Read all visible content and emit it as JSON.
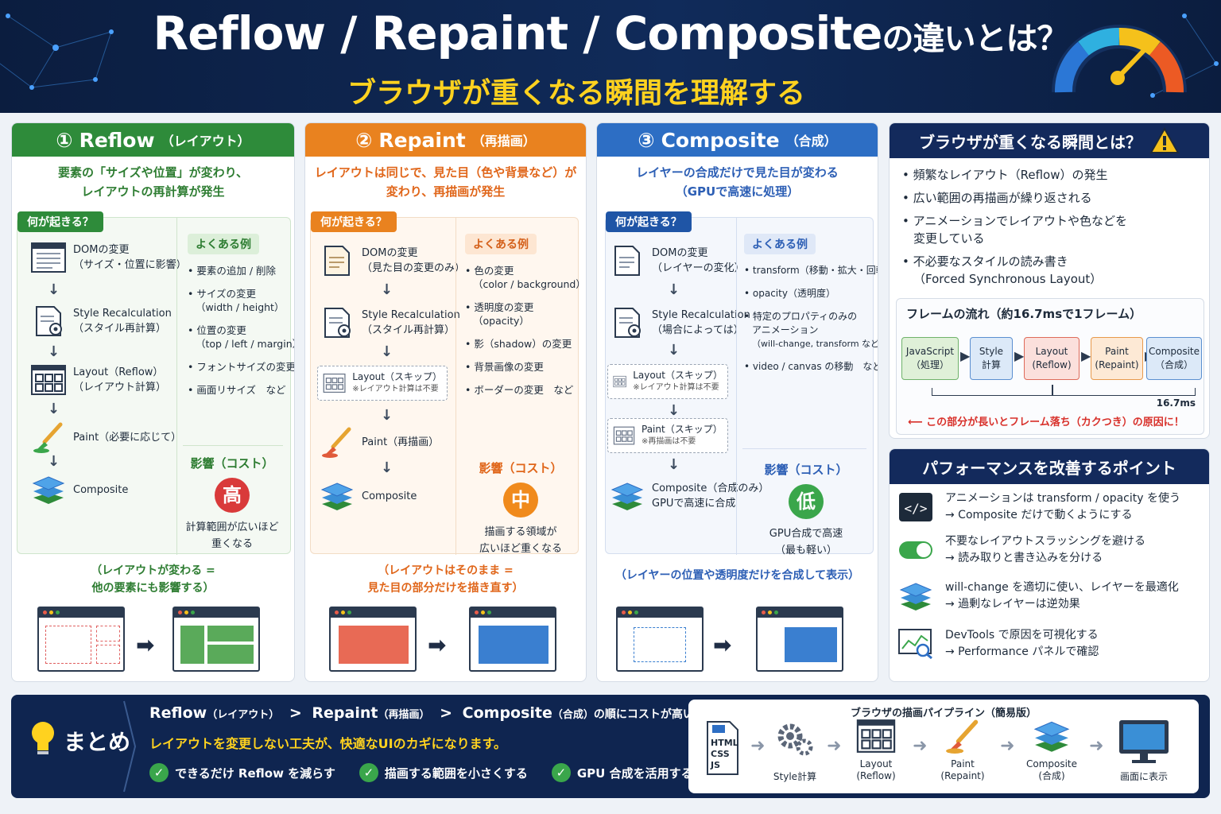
{
  "header": {
    "title_en": "Reflow / Repaint / Composite",
    "title_jp": "の違いとは？",
    "subtitle": "ブラウザが重くなる瞬間を理解する"
  },
  "reflow": {
    "number": "①",
    "name": "Reflow",
    "name_jp": "（レイアウト）",
    "lead1": "要素の「サイズや位置」が変わり、",
    "lead2": "レイアウトの再計算が発生",
    "what_label": "何が起きる？",
    "steps": [
      {
        "l1": "DOMの変更",
        "l2": "（サイズ・位置に影響）"
      },
      {
        "l1": "Style Recalculation",
        "l2": "（スタイル再計算）"
      },
      {
        "l1": "Layout（Reflow）",
        "l2": "（レイアウト計算）"
      },
      {
        "l1": "Paint（必要に応じて）",
        "l2": ""
      },
      {
        "l1": "Composite",
        "l2": ""
      }
    ],
    "examples_title": "よくある例",
    "examples": [
      {
        "l1": "• 要素の追加 / 削除",
        "l2": ""
      },
      {
        "l1": "• サイズの変更",
        "l2": "（width / height）"
      },
      {
        "l1": "• 位置の変更",
        "l2": "（top / left / margin）"
      },
      {
        "l1": "• フォントサイズの変更",
        "l2": ""
      },
      {
        "l1": "• 画面リサイズ　など",
        "l2": ""
      }
    ],
    "cost_label": "影響（コスト）",
    "cost_level": "高",
    "cost_color": "#d93a3a",
    "cost_desc1": "計算範囲が広いほど",
    "cost_desc2": "重くなる",
    "note1": "（レイアウトが変わる =",
    "note2": "他の要素にも影響する）"
  },
  "repaint": {
    "number": "②",
    "name": "Repaint",
    "name_jp": "（再描画）",
    "lead1": "レイアウトは同じで、見た目（色や背景など）が",
    "lead2": "変わり、再描画が発生",
    "what_label": "何が起きる？",
    "steps": [
      {
        "l1": "DOMの変更",
        "l2": "（見た目の変更のみ）"
      },
      {
        "l1": "Style Recalculation",
        "l2": "（スタイル再計算）"
      },
      {
        "l1": "Layout（スキップ）",
        "l2": "※レイアウト計算は不要"
      },
      {
        "l1": "Paint（再描画）",
        "l2": ""
      },
      {
        "l1": "Composite",
        "l2": ""
      }
    ],
    "examples_title": "よくある例",
    "examples": [
      {
        "l1": "• 色の変更",
        "l2": "（color / background）"
      },
      {
        "l1": "• 透明度の変更",
        "l2": "（opacity）"
      },
      {
        "l1": "• 影（shadow）の変更",
        "l2": ""
      },
      {
        "l1": "• 背景画像の変更",
        "l2": ""
      },
      {
        "l1": "• ボーダーの変更　など",
        "l2": ""
      }
    ],
    "cost_label": "影響（コスト）",
    "cost_level": "中",
    "cost_color": "#f08a1c",
    "cost_desc1": "描画する領域が",
    "cost_desc2": "広いほど重くなる",
    "note1": "（レイアウトはそのまま =",
    "note2": "見た目の部分だけを描き直す）"
  },
  "composite": {
    "number": "③",
    "name": "Composite",
    "name_jp": "（合成）",
    "lead1": "レイヤーの合成だけで見た目が変わる",
    "lead2": "（GPUで高速に処理）",
    "what_label": "何が起きる？",
    "steps": [
      {
        "l1": "DOMの変更",
        "l2": "（レイヤーの変化）"
      },
      {
        "l1": "Style Recalculation",
        "l2": "（場合によっては）"
      },
      {
        "l1": "Layout（スキップ）",
        "l2": "※レイアウト計算は不要"
      },
      {
        "l1": "Paint（スキップ）",
        "l2": "※再描画は不要"
      },
      {
        "l1": "Composite（合成のみ）",
        "l2": "GPUで高速に合成"
      }
    ],
    "examples_title": "よくある例",
    "examples": [
      {
        "l1": "• transform（移動・拡大・回転）",
        "l2": ""
      },
      {
        "l1": "• opacity（透明度）",
        "l2": ""
      },
      {
        "l1": "• 特定のプロパティのみの",
        "l2": "アニメーション",
        "l3": "（will-change, transform など）"
      },
      {
        "l1": "• video / canvas の移動　など",
        "l2": ""
      }
    ],
    "cost_label": "影響（コスト）",
    "cost_level": "低",
    "cost_color": "#3aa64b",
    "cost_desc1": "GPU合成で高速",
    "cost_desc2": "（最も軽い）",
    "note1": "（レイヤーの位置や透明度だけを合成して表示）"
  },
  "heavy": {
    "title": "ブラウザが重くなる瞬間とは？",
    "bullets": [
      {
        "l1": "• 頻繁なレイアウト（Reflow）の発生",
        "l2": ""
      },
      {
        "l1": "• 広い範囲の再描画が繰り返される",
        "l2": ""
      },
      {
        "l1": "• アニメーションでレイアウトや色などを",
        "l2": "変更している"
      },
      {
        "l1": "• 不必要なスタイルの読み書き",
        "l2": "（Forced Synchronous Layout）"
      }
    ],
    "frame_title": "フレームの流れ（約16.7msで1フレーム）",
    "frame_steps": [
      {
        "l1": "JavaScript",
        "l2": "（処理）"
      },
      {
        "l1": "Style",
        "l2": "計算"
      },
      {
        "l1": "Layout",
        "l2": "(Reflow)"
      },
      {
        "l1": "Paint",
        "l2": "(Repaint)"
      },
      {
        "l1": "Composite",
        "l2": "（合成）"
      }
    ],
    "frame_time": "16.7ms",
    "frame_warning": "この部分が長いとフレーム落ち（カクつき）の原因に！"
  },
  "tips": {
    "title": "パフォーマンスを改善するポイント",
    "items": [
      {
        "l1": "アニメーションは transform / opacity を使う",
        "l2": "→ Composite だけで動くようにする",
        "icon": "code-icon"
      },
      {
        "l1": "不要なレイアウトスラッシングを避ける",
        "l2": "→ 読み取りと書き込みを分ける",
        "icon": "toggle-icon"
      },
      {
        "l1": "will-change を適切に使い、レイヤーを最適化",
        "l2": "→ 過剰なレイヤーは逆効果",
        "icon": "layers-icon"
      },
      {
        "l1": "DevTools で原因を可視化する",
        "l2": "→ Performance パネルで確認",
        "icon": "devtools-chart-icon"
      }
    ]
  },
  "summary": {
    "title": "まとめ",
    "s1": "Reflow",
    "s1_jp": "（レイアウト）",
    "s2": "Repaint",
    "s2_jp": "（再描画）",
    "s3": "Composite",
    "s3_jp": "（合成）",
    "order_tail": "の順にコストが高い！",
    "gt": ">",
    "key": "レイアウトを変更しない工夫が、快適なUIのカギになります。",
    "checks": [
      "できるだけ Reflow を減らす",
      "描画する範囲を小さくする",
      "GPU 合成を活用する"
    ],
    "pipeline_title": "ブラウザの描画パイプライン（簡易版）",
    "pipeline": [
      {
        "l1": "",
        "l2": ""
      },
      {
        "l1": "Style計算",
        "l2": ""
      },
      {
        "l1": "Layout",
        "l2": "(Reflow)"
      },
      {
        "l1": "Paint",
        "l2": "(Repaint)"
      },
      {
        "l1": "Composite",
        "l2": "(合成)"
      },
      {
        "l1": "画面に表示",
        "l2": ""
      }
    ],
    "file_labels": [
      "HTML",
      "CSS",
      "JS"
    ]
  }
}
